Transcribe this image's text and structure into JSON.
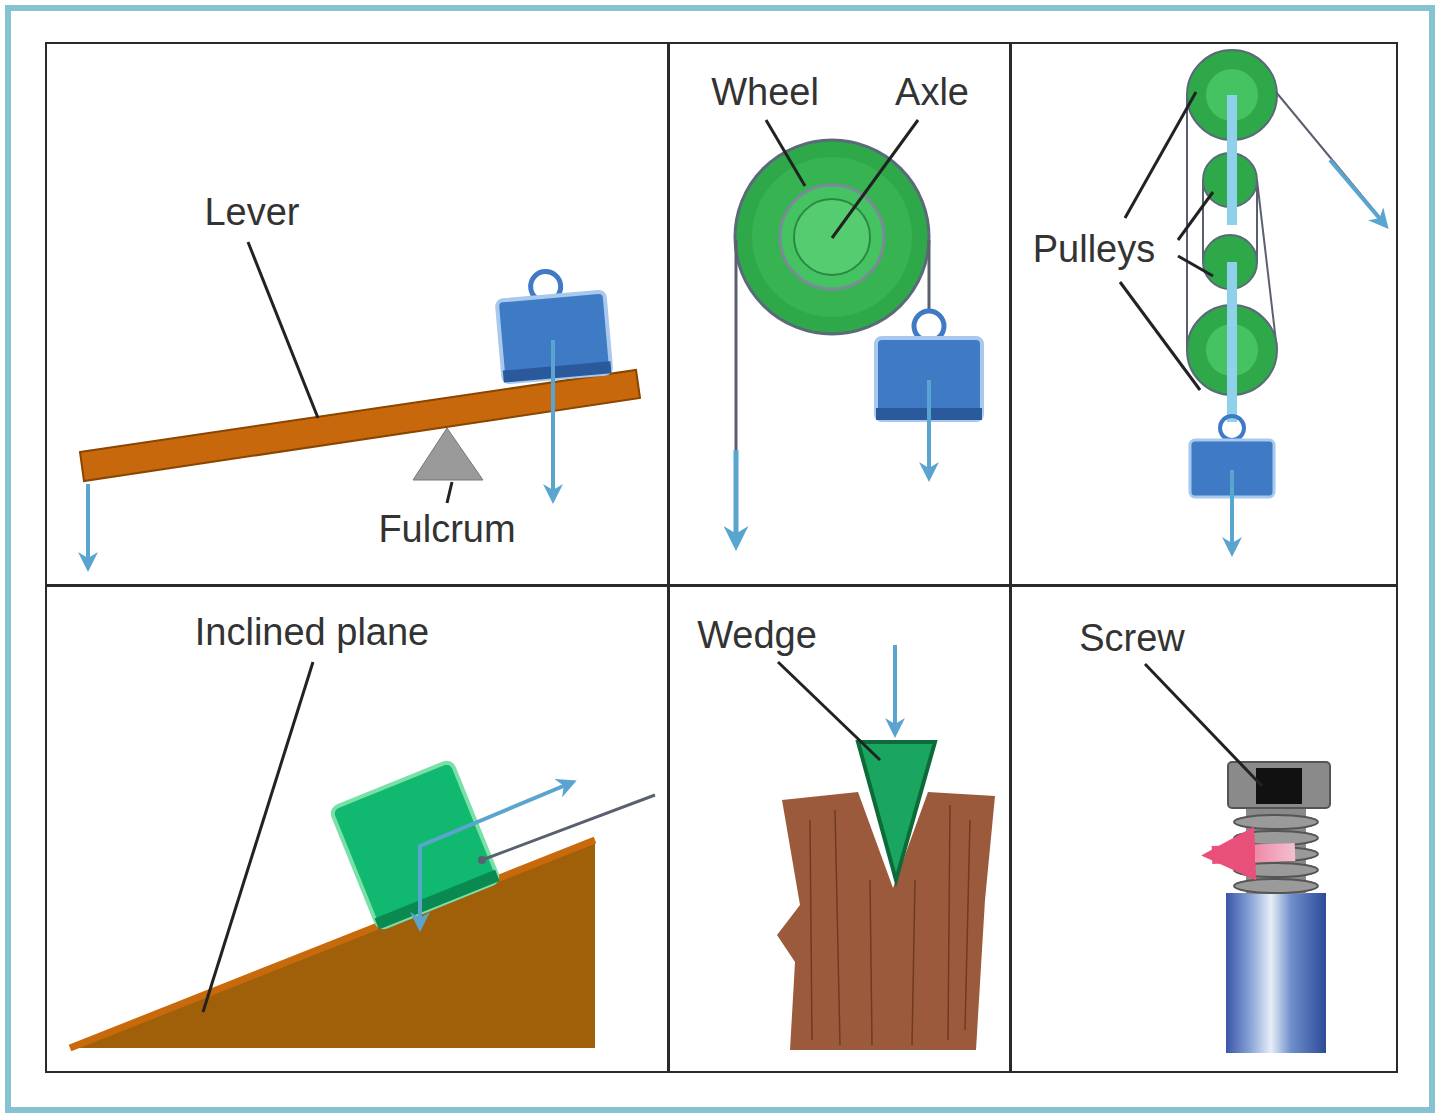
{
  "diagram": {
    "nodes": [
      {
        "text": [
          "Lever",
          "Fulcrum"
        ]
      },
      {
        "text": [
          "Wheel",
          "Axle"
        ]
      },
      {
        "text": [
          "Pulleys"
        ]
      },
      {
        "text": [
          "Inclined plane"
        ]
      },
      {
        "text": [
          "Wedge"
        ]
      },
      {
        "text": [
          "Screw"
        ]
      }
    ]
  }
}
